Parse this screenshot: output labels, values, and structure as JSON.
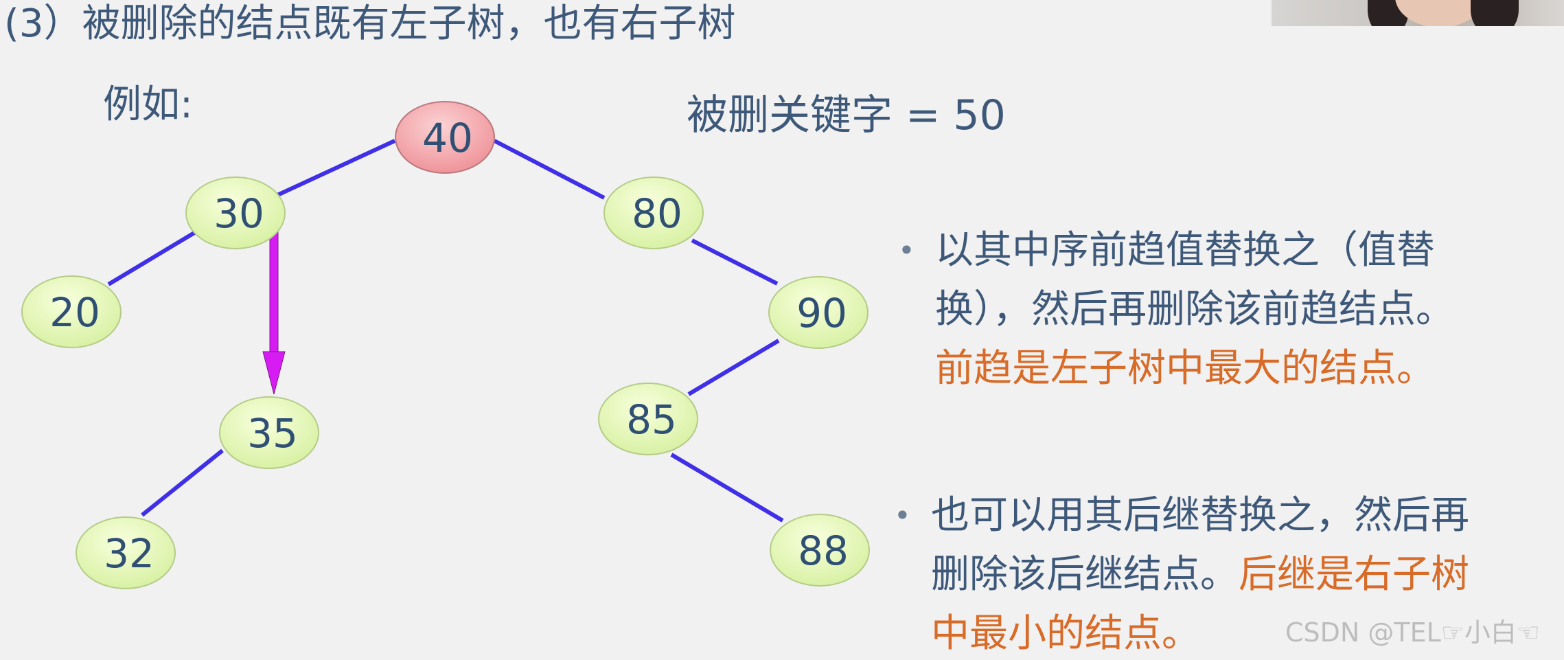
{
  "title": "(3）被删除的结点既有左子树，也有右子树",
  "example_label": "例如:",
  "key_label": "被删关键字 = 50",
  "tree": {
    "nodes": [
      {
        "id": "n40",
        "label": "40",
        "root": true
      },
      {
        "id": "n30",
        "label": "30"
      },
      {
        "id": "n80",
        "label": "80"
      },
      {
        "id": "n20",
        "label": "20"
      },
      {
        "id": "n35",
        "label": "35"
      },
      {
        "id": "n32",
        "label": "32"
      },
      {
        "id": "n90",
        "label": "90"
      },
      {
        "id": "n85",
        "label": "85"
      },
      {
        "id": "n88",
        "label": "88"
      }
    ]
  },
  "colors": {
    "node_fill": "#e6f7b6",
    "root_fill": "#f0a2a6",
    "edge": "#3f2fe6",
    "arrow": "#d61cf2",
    "highlight": "#d86b27"
  },
  "bullets": [
    {
      "lines": [
        [
          {
            "text": "以其中序前趋值替换之（值替",
            "hl": false
          }
        ],
        [
          {
            "text": "换），然后再删除该前趋结点。",
            "hl": false
          }
        ],
        [
          {
            "text": "前趋是左子树中最大的结点。",
            "hl": true
          }
        ]
      ]
    },
    {
      "lines": [
        [
          {
            "text": "也可以用其后继替换之，然后再",
            "hl": false
          }
        ],
        [
          {
            "text": "删除该后继结点。",
            "hl": false
          },
          {
            "text": "后继是右子树",
            "hl": true
          }
        ],
        [
          {
            "text": "中最小的结点。",
            "hl": true
          }
        ]
      ]
    }
  ],
  "watermark": "CSDN @TEL☞小白☜"
}
